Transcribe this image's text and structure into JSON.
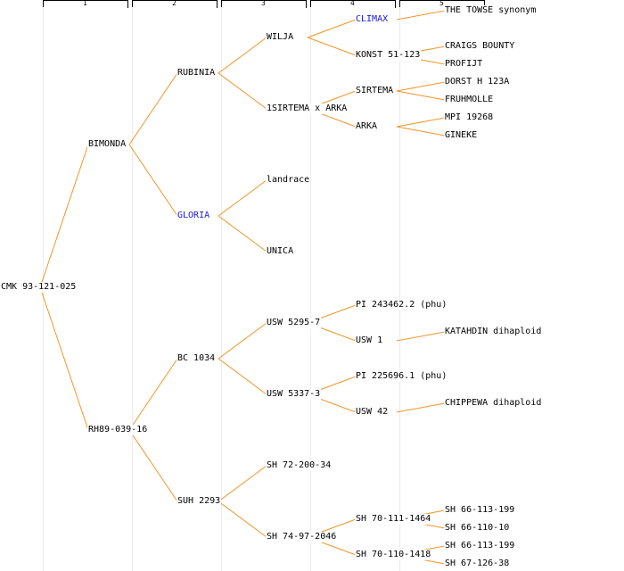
{
  "generations": [
    "1",
    "2",
    "3",
    "4",
    "5"
  ],
  "colors": {
    "edge": "#f0962a",
    "text": "#000000",
    "link": "#1a1ad6",
    "guide": "#ececec"
  },
  "nodes": {
    "root": {
      "label": "CMK 93-121-025",
      "link": false
    },
    "bimonda": {
      "label": "BIMONDA",
      "link": false
    },
    "rh89": {
      "label": "RH89-039-16",
      "link": false
    },
    "rubinia": {
      "label": "RUBINIA",
      "link": false
    },
    "gloria": {
      "label": "GLORIA",
      "link": true
    },
    "bc1034": {
      "label": "BC 1034",
      "link": false
    },
    "suh2293": {
      "label": "SUH 2293",
      "link": false
    },
    "wilja": {
      "label": "WILJA",
      "link": false
    },
    "sirtema_x_arka": {
      "label": "1SIRTEMA x ARKA",
      "link": false
    },
    "landrace": {
      "label": "landrace",
      "link": false
    },
    "unica": {
      "label": "UNICA",
      "link": false
    },
    "usw5295": {
      "label": "USW 5295-7",
      "link": false
    },
    "usw5337": {
      "label": "USW 5337-3",
      "link": false
    },
    "sh72": {
      "label": "SH 72-200-34",
      "link": false
    },
    "sh74": {
      "label": "SH 74-97-2046",
      "link": false
    },
    "climax": {
      "label": "CLIMAX",
      "link": true
    },
    "konst": {
      "label": "KONST 51-123",
      "link": false
    },
    "sirtema": {
      "label": "SIRTEMA",
      "link": false
    },
    "arka": {
      "label": "ARKA",
      "link": false
    },
    "pi243462": {
      "label": "PI 243462.2 (phu)",
      "link": false
    },
    "usw1": {
      "label": "USW 1",
      "link": false
    },
    "pi225696": {
      "label": "PI 225696.1 (phu)",
      "link": false
    },
    "usw42": {
      "label": "USW 42",
      "link": false
    },
    "sh70_111": {
      "label": "SH 70-111-1464",
      "link": false
    },
    "sh70_110": {
      "label": "SH 70-110-1418",
      "link": false
    },
    "towse": {
      "label": "THE TOWSE synonym",
      "link": false
    },
    "craigs": {
      "label": "CRAIGS BOUNTY",
      "link": false
    },
    "profijt": {
      "label": "PROFIJT",
      "link": false
    },
    "dorst": {
      "label": "DORST H 123A",
      "link": false
    },
    "fruhmolle": {
      "label": "FRUHMOLLE",
      "link": false
    },
    "mpi": {
      "label": "MPI 19268",
      "link": false
    },
    "gineke": {
      "label": "GINEKE",
      "link": false
    },
    "katahdin": {
      "label": "KATAHDIN dihaploid",
      "link": false
    },
    "chippewa": {
      "label": "CHIPPEWA dihaploid",
      "link": false
    },
    "sh66_199a": {
      "label": "SH 66-113-199",
      "link": false
    },
    "sh66_10": {
      "label": "SH 66-110-10",
      "link": false
    },
    "sh66_199b": {
      "label": "SH 66-113-199",
      "link": false
    },
    "sh67": {
      "label": "SH 67-126-38",
      "link": false
    }
  },
  "edges": [
    [
      "root",
      "bimonda"
    ],
    [
      "root",
      "rh89"
    ],
    [
      "bimonda",
      "rubinia"
    ],
    [
      "bimonda",
      "gloria"
    ],
    [
      "rh89",
      "bc1034"
    ],
    [
      "rh89",
      "suh2293"
    ],
    [
      "rubinia",
      "wilja"
    ],
    [
      "rubinia",
      "sirtema_x_arka"
    ],
    [
      "gloria",
      "landrace"
    ],
    [
      "gloria",
      "unica"
    ],
    [
      "bc1034",
      "usw5295"
    ],
    [
      "bc1034",
      "usw5337"
    ],
    [
      "suh2293",
      "sh72"
    ],
    [
      "suh2293",
      "sh74"
    ],
    [
      "wilja",
      "climax"
    ],
    [
      "wilja",
      "konst"
    ],
    [
      "sirtema_x_arka",
      "sirtema"
    ],
    [
      "sirtema_x_arka",
      "arka"
    ],
    [
      "usw5295",
      "pi243462"
    ],
    [
      "usw5295",
      "usw1"
    ],
    [
      "usw5337",
      "pi225696"
    ],
    [
      "usw5337",
      "usw42"
    ],
    [
      "sh74",
      "sh70_111"
    ],
    [
      "sh74",
      "sh70_110"
    ],
    [
      "climax",
      "towse"
    ],
    [
      "konst",
      "craigs"
    ],
    [
      "konst",
      "profijt"
    ],
    [
      "sirtema",
      "dorst"
    ],
    [
      "sirtema",
      "fruhmolle"
    ],
    [
      "arka",
      "mpi"
    ],
    [
      "arka",
      "gineke"
    ],
    [
      "usw1",
      "katahdin"
    ],
    [
      "usw42",
      "chippewa"
    ],
    [
      "sh70_111",
      "sh66_199a"
    ],
    [
      "sh70_111",
      "sh66_10"
    ],
    [
      "sh70_110",
      "sh66_199b"
    ],
    [
      "sh70_110",
      "sh67"
    ]
  ]
}
